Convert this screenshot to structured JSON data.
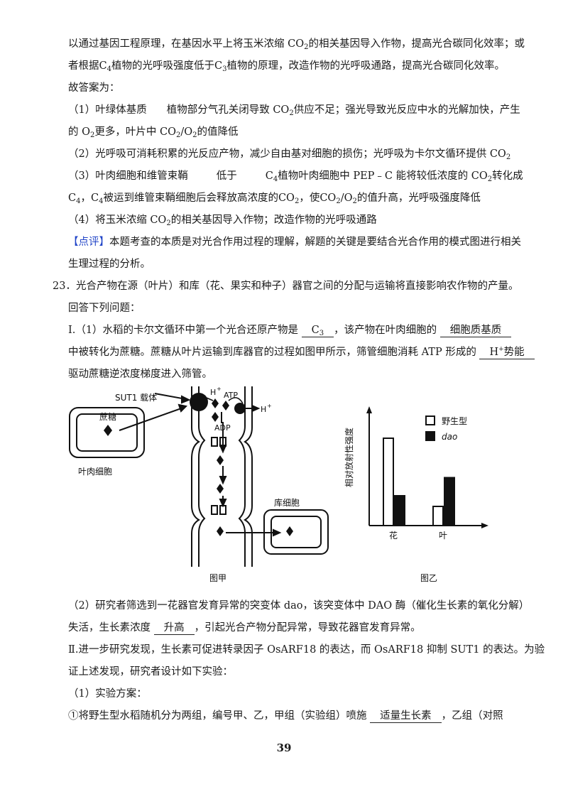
{
  "l1": {
    "a": "以通过基因工程原理，在基因水平上将玉米浓缩 CO",
    "s": "2",
    "b": "的相关基因导入作物，提高光合碳同化效率；或"
  },
  "l2": {
    "a": "者根据C",
    "s": "4",
    "b": "植物的光呼吸强度低于C",
    "s2": "3",
    "c": "植物的原理，改造作物的光呼吸通路，提高光合碳同化效率。"
  },
  "l3": "故答案为：",
  "l4": {
    "a": "（1）叶绿体基质",
    "b": "植物部分气孔关闭导致 CO",
    "s": "2",
    "c": "供应不足；强光导致光反应中水的光解加快，产生"
  },
  "l5": {
    "a": "的 O",
    "s": "2",
    "b": "更多，叶片中 CO",
    "s2": "2",
    "c": "/O",
    "s3": "2",
    "d": "的值降低"
  },
  "l6": {
    "a": "（2）光呼吸可消耗积累的光反应产物，减少自由基对细胞的损伤；光呼吸为卡尔文循环提供 CO",
    "s": "2"
  },
  "l7": {
    "a": "（3）叶肉细胞和维管束鞘",
    "b": "低于",
    "c": "C",
    "s": "4",
    "d": "植物叶肉细胞中 PEP﹣C 能将较低浓度的 CO",
    "s2": "2",
    "e": "转化成"
  },
  "l8": {
    "a": "C",
    "s": "4",
    "b": "，C",
    "s2": "4",
    "c": "被运到维管束鞘细胞后会释放高浓度的CO",
    "s3": "2",
    "d": "，使CO",
    "s4": "2",
    "e": "/O",
    "s5": "2",
    "f": "的值升高，光呼吸强度降低"
  },
  "l9": {
    "a": "（4）将玉米浓缩 CO",
    "s": "2",
    "b": "的相关基因导入作物；改造作物的光呼吸通路"
  },
  "l10": {
    "tag": "【点评】",
    "a": "本题考查的本质是对光合作用过程的理解，解题的关键是要结合光合作用的模式图进行相关"
  },
  "l11": "生理过程的分析。",
  "q23": "23．光合产物在源（叶片）和库（花、果实和种子）器官之间的分配与运输将直接影响农作物的产量。",
  "l13": "回答下列问题：",
  "l14": {
    "a": "Ⅰ.（1）水稻的卡尔文循环中第一个光合还原产物是",
    "ans1": "C",
    "ans1s": "3",
    "b": "，该产物在叶肉细胞的",
    "ans2": "细胞质基质"
  },
  "l15": {
    "a": "中被转化为蔗糖。蔗糖从叶片运输到库器官的过程如图甲所示，筛管细胞消耗 ATP 形成的",
    "ans": "H",
    "anssup": "+",
    "ans2": "势能"
  },
  "l16": "驱动蔗糖逆浓度梯度进入筛管。",
  "figA": {
    "carrier": "SUT1 载体",
    "sugar": "蔗糖",
    "mesophyll": "叶肉细胞",
    "hplus": "H",
    "sup": "+",
    "atp": "ATP",
    "adp": "ADP",
    "hplus2": "H",
    "sup2": "+",
    "sink": "库细胞",
    "caption": "图甲"
  },
  "chart_data": {
    "type": "bar",
    "ylabel": "相对放射性强度",
    "categories": [
      "花",
      "叶"
    ],
    "series": [
      {
        "name": "野生型",
        "values": [
          0.82,
          0.18
        ],
        "fill": "#ffffff"
      },
      {
        "name": "dao",
        "values": [
          0.28,
          0.45
        ],
        "fill": "#111111"
      }
    ],
    "ylim": [
      0,
      1
    ],
    "legend": "top-right",
    "caption": "图乙"
  },
  "l18": {
    "a": "（2）研究者筛选到一花器官发育异常的突变体 dao，该突变体中 DAO 酶（催化生长素的氧化分解）"
  },
  "l19": {
    "a": "失活，生长素浓度",
    "ans": "升高",
    "b": "，引起光合产物分配异常，导致花器官发育异常。"
  },
  "l20": "Ⅱ.进一步研究发现，生长素可促进转录因子 OsARF18 的表达，而 OsARF18 抑制 SUT1 的表达。为验",
  "l21": "证上述发现，研究者设计如下实验：",
  "l22": "（1）实验方案：",
  "l23": {
    "a": "①将野生型水稻随机分为两组，编号甲、乙，甲组（实验组）喷施",
    "ans": "适量生长素",
    "b": "，乙组（对照"
  },
  "page": "39"
}
